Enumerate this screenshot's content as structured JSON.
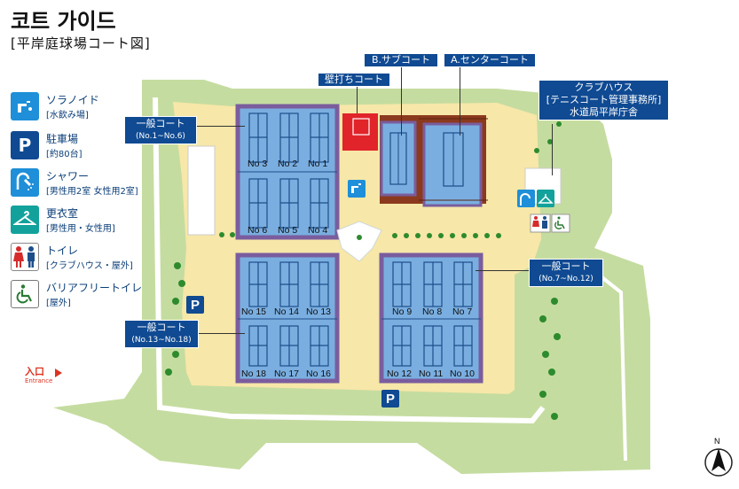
{
  "title": "코트 가이드",
  "subtitle": "[平岸庭球場コート図]",
  "legend": [
    {
      "icon": "water-faucet-icon",
      "label": "ソラノイド",
      "sub": "[水飲み場]",
      "color": "#1e8fd8"
    },
    {
      "icon": "parking-icon",
      "glyph": "P",
      "label": "駐車場",
      "sub": "[約80台]",
      "color": "#0f4a92"
    },
    {
      "icon": "shower-icon",
      "label": "シャワー",
      "sub": "[男性用2室 女性用2室]",
      "color": "#1e8fd8"
    },
    {
      "icon": "hanger-icon",
      "label": "更衣室",
      "sub": "[男性用・女性用]",
      "color": "#12a29b"
    },
    {
      "icon": "restroom-icon",
      "label": "トイレ",
      "sub": "[クラブハウス・屋外]",
      "color": "#ffffff"
    },
    {
      "icon": "wheelchair-icon",
      "label": "バリアフリートイレ",
      "sub": "[屋外]",
      "color": "#ffffff"
    }
  ],
  "callouts": {
    "wall": "壁打ちコート",
    "sub": "B.サブコート",
    "center": "A.センターコート",
    "clubhouse1": "クラブハウス",
    "clubhouse2": "[テニスコート管理事務所]",
    "clubhouse3": "水道局平岸庁舎",
    "general1": "一般コート",
    "general1_sub": "(No.1~No.6)",
    "general2": "一般コート",
    "general2_sub": "(No.7~No.12)",
    "general3": "一般コート",
    "general3_sub": "(No.13~No.18)"
  },
  "courts": {
    "block1_top": [
      "No 3",
      "No 2",
      "No 1"
    ],
    "block1_bottom": [
      "No 6",
      "No 5",
      "No 4"
    ],
    "block3_top": [
      "No 15",
      "No 14",
      "No 13"
    ],
    "block3_bottom": [
      "No 18",
      "No 17",
      "No 16"
    ],
    "block2_top": [
      "No 9",
      "No 8",
      "No 7"
    ],
    "block2_bottom": [
      "No 12",
      "No 11",
      "No 10"
    ]
  },
  "entrance": {
    "ja": "入口",
    "en": "Entrance"
  },
  "parking_glyph": "P",
  "compass_letter": "N",
  "colors": {
    "grass": "#c5dca0",
    "path": "#f7e7a8",
    "court": "#7aaee0",
    "court_line": "#1d4e8a",
    "court_edge": "#7a5d9e",
    "clay": "#8b3a1e",
    "wall_court": "#e0242a",
    "navy": "#0f4a92",
    "tree": "#3c9b3c"
  }
}
